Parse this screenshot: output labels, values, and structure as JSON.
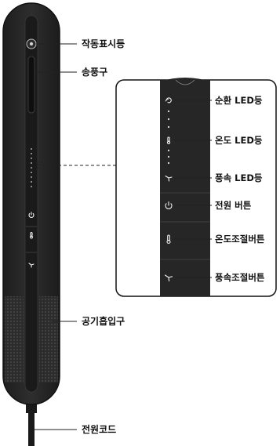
{
  "labels": {
    "indicator": "작동표시등",
    "vent": "송풍구",
    "air_intake": "공기흡입구",
    "power_cord": "전원코드"
  },
  "callout": {
    "circulation_led": "순환 LED등",
    "temp_led": "온도 LED등",
    "fan_led": "풍속 LED등",
    "power_button": "전원 버튼",
    "temp_button": "온도조절버튼",
    "fan_button": "풍속조절버튼"
  },
  "icons": [
    "circulation-icon",
    "thermometer-icon",
    "fan-icon",
    "power-icon"
  ],
  "colors": {
    "body": "#262626",
    "outline": "#111111",
    "leader": "#222222"
  }
}
